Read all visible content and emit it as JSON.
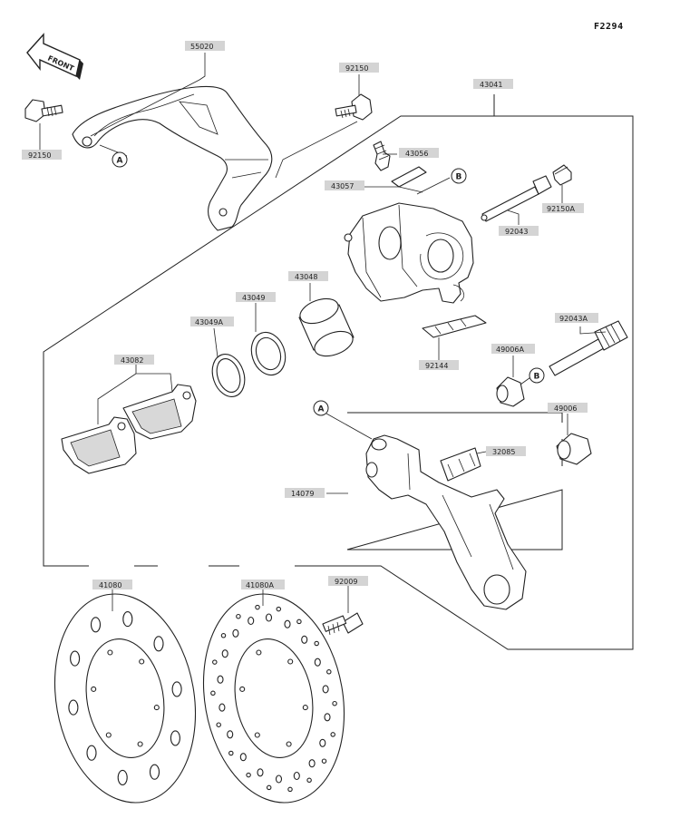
{
  "diagram_code": "F2294",
  "front_arrow_text": "FRONT",
  "callouts": {
    "a": "A",
    "b": "B"
  },
  "part_numbers": {
    "bracket": "55020",
    "bolt_left": "92150",
    "bolt_top": "92150",
    "caliper_assy": "43041",
    "bleeder": "43056",
    "bleeder_cap": "43057",
    "pin": "92043",
    "pin_boot": "92150A",
    "piston": "43048",
    "seal": "43049",
    "dust_seal": "43049A",
    "pads": "43082",
    "pad_spring": "92144",
    "slide_pin": "92043A",
    "boot_a": "49006A",
    "boot": "49006",
    "pad_clip": "32085",
    "holder": "14079",
    "disc": "41080",
    "disc_a": "41080A",
    "disc_bolt": "92009"
  }
}
